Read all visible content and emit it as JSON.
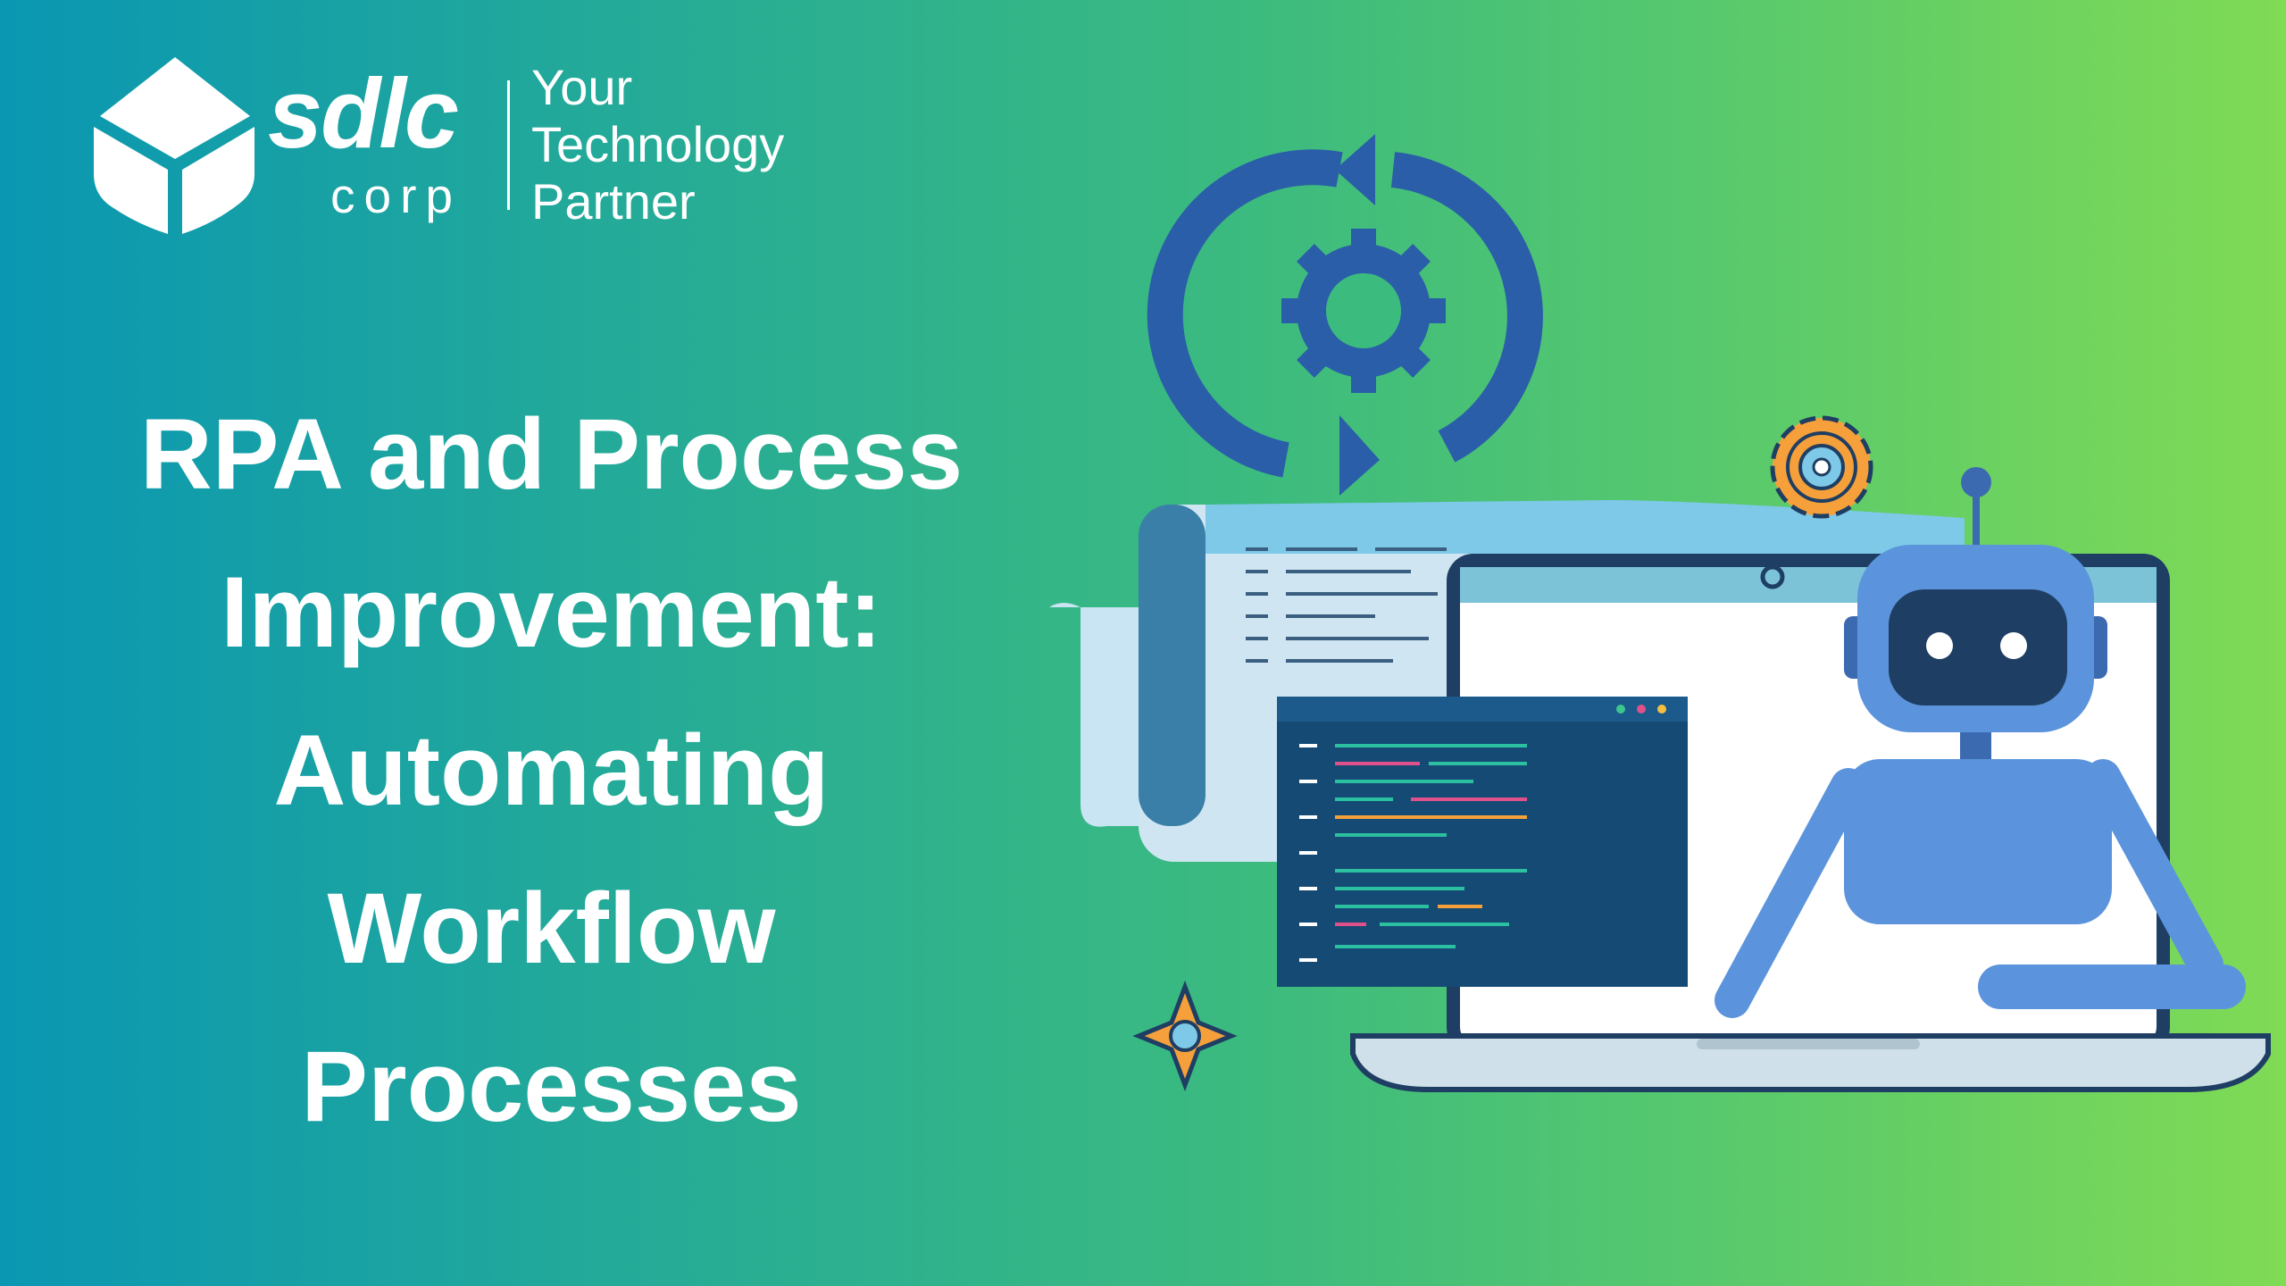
{
  "brand": {
    "name": "sdlc",
    "sub": "corp",
    "tagline": [
      "Your",
      "Technology",
      "Partner"
    ]
  },
  "title": {
    "lines": [
      "RPA and Process",
      "Improvement:",
      "Automating",
      "Workflow",
      "Processes"
    ]
  },
  "colors": {
    "gradient_left": "#0a97b2",
    "gradient_right": "#80db55",
    "icon_blue": "#2a5ea8",
    "robot_blue": "#5b94dc",
    "gear_orange": "#f5a03a",
    "code_bg": "#154a75"
  }
}
